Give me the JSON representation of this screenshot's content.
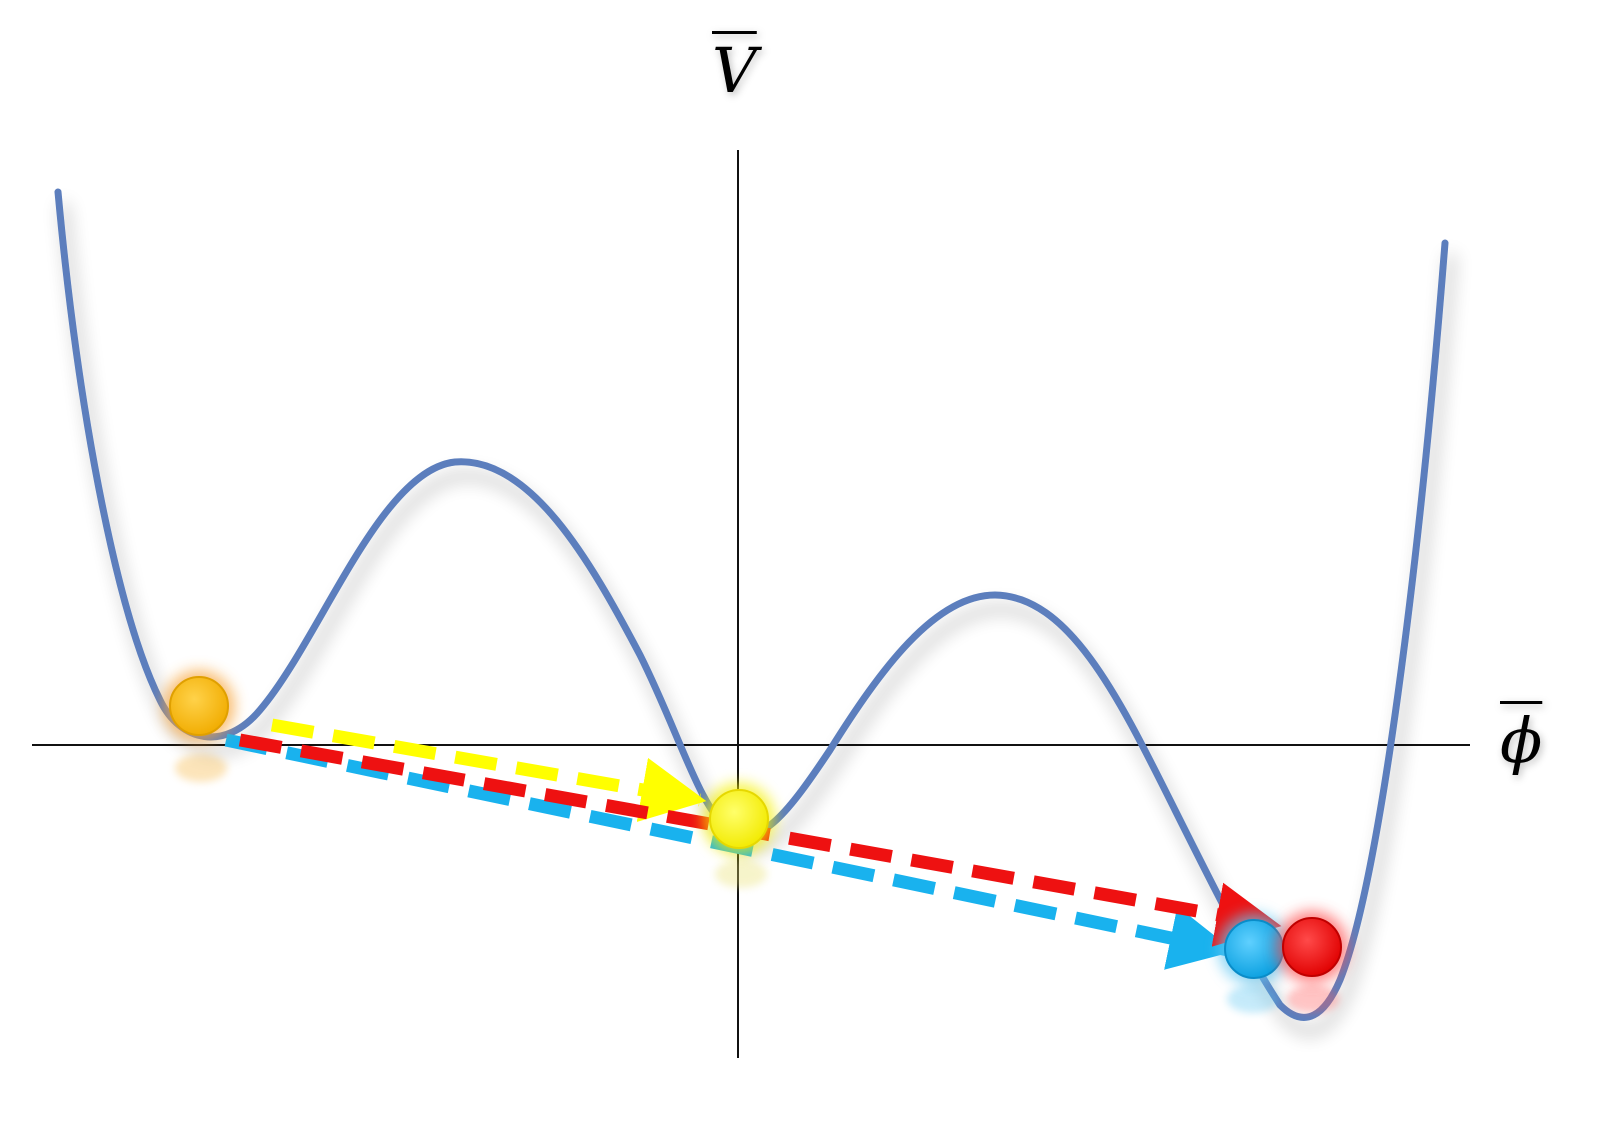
{
  "axes": {
    "y_label": "V",
    "x_label": "ϕ",
    "labels_overlined": true
  },
  "curve": {
    "description_color": "#5b7ebd"
  },
  "balls": [
    {
      "id": "orange",
      "color": "#f5b800",
      "glow": "#f7a43a"
    },
    {
      "id": "yellow",
      "color": "#fff200",
      "glow": "#f4f000"
    },
    {
      "id": "blue",
      "color": "#1ab0ea",
      "glow": "#64c8f2"
    },
    {
      "id": "red",
      "color": "#ee1111",
      "glow": "#ff4d4d"
    }
  ],
  "arrows": [
    {
      "id": "yellow-arrow",
      "from": "orange",
      "to": "yellow",
      "color": "#ffff00",
      "style": "dashed"
    },
    {
      "id": "red-arrow",
      "from": "orange",
      "to": "red",
      "color": "#ee1111",
      "style": "dashed"
    },
    {
      "id": "blue-arrow",
      "from": "orange",
      "to": "blue",
      "color": "#19b2ee",
      "style": "dashed"
    }
  ]
}
